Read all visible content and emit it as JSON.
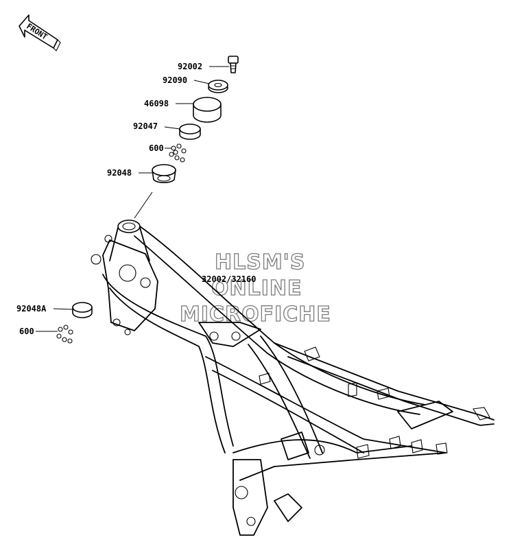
{
  "front_arrow": {
    "label": "FRONT"
  },
  "watermark": {
    "line1": "HLSM'S",
    "line2": "ONLINE",
    "line3": "MICROFICHE"
  },
  "callouts": [
    {
      "id": "92002",
      "label": "92002"
    },
    {
      "id": "92090",
      "label": "92090"
    },
    {
      "id": "46098",
      "label": "46098"
    },
    {
      "id": "92047",
      "label": "92047"
    },
    {
      "id": "600-upper",
      "label": "600"
    },
    {
      "id": "92048",
      "label": "92048"
    },
    {
      "id": "frame",
      "label": "32002/32160"
    },
    {
      "id": "92048A",
      "label": "92048A"
    },
    {
      "id": "600-lower",
      "label": "600"
    }
  ]
}
